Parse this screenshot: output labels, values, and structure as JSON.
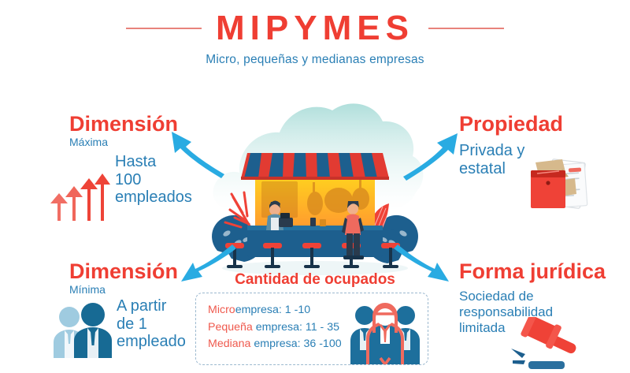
{
  "header": {
    "title": "MIPYMES",
    "subtitle": "Micro, pequeñas y medianas empresas"
  },
  "colors": {
    "red": "#ef3e33",
    "red_soft": "#ef5a4e",
    "blue": "#2a7fb5",
    "arrow_blue": "#29abe2",
    "navy": "#1b5b86",
    "teal_cloud": "#bfe3df",
    "dashed_border": "#9cb9cf",
    "yellow": "#ffc61e"
  },
  "quadrants": {
    "top_left": {
      "title": "Dimensión",
      "subtitle": "Máxima",
      "body": "Hasta\n100\nempleados",
      "body_lines": [
        "Hasta",
        "100",
        "empleados"
      ],
      "icon": "ascending-arrows-icon"
    },
    "top_right": {
      "title": "Propiedad",
      "subtitle": "",
      "body_lines": [
        "Privada y",
        "estatal"
      ],
      "icon": "documents-folder-icon"
    },
    "bottom_left": {
      "title": "Dimensión",
      "subtitle": "Mínima",
      "body_lines": [
        "A partir",
        "de 1",
        "empleado"
      ],
      "icon": "two-people-icon"
    },
    "bottom_right": {
      "title": "Forma jurídica",
      "subtitle": "",
      "body_lines": [
        "Sociedad de responsabilidad",
        "limitada"
      ],
      "icon": "gavel-icon"
    }
  },
  "center": {
    "box_title": "Cantidad de ocupados",
    "illustration": "food-stall-illustration",
    "group_icon": "people-group-icon",
    "rows": [
      {
        "label_red": "Micro",
        "label_blue": "empresa:",
        "value": "1 -10"
      },
      {
        "label_red": "Pequeña",
        "label_blue": "empresa:",
        "value": "11 - 35"
      },
      {
        "label_red": "Mediana",
        "label_blue": "empresa:",
        "value": "36 -100"
      }
    ]
  },
  "arrows": {
    "top_left": "arrow-up-left-icon",
    "top_right": "arrow-up-right-icon",
    "bottom_left": "arrow-down-left-icon",
    "bottom_right": "arrow-down-right-icon"
  }
}
